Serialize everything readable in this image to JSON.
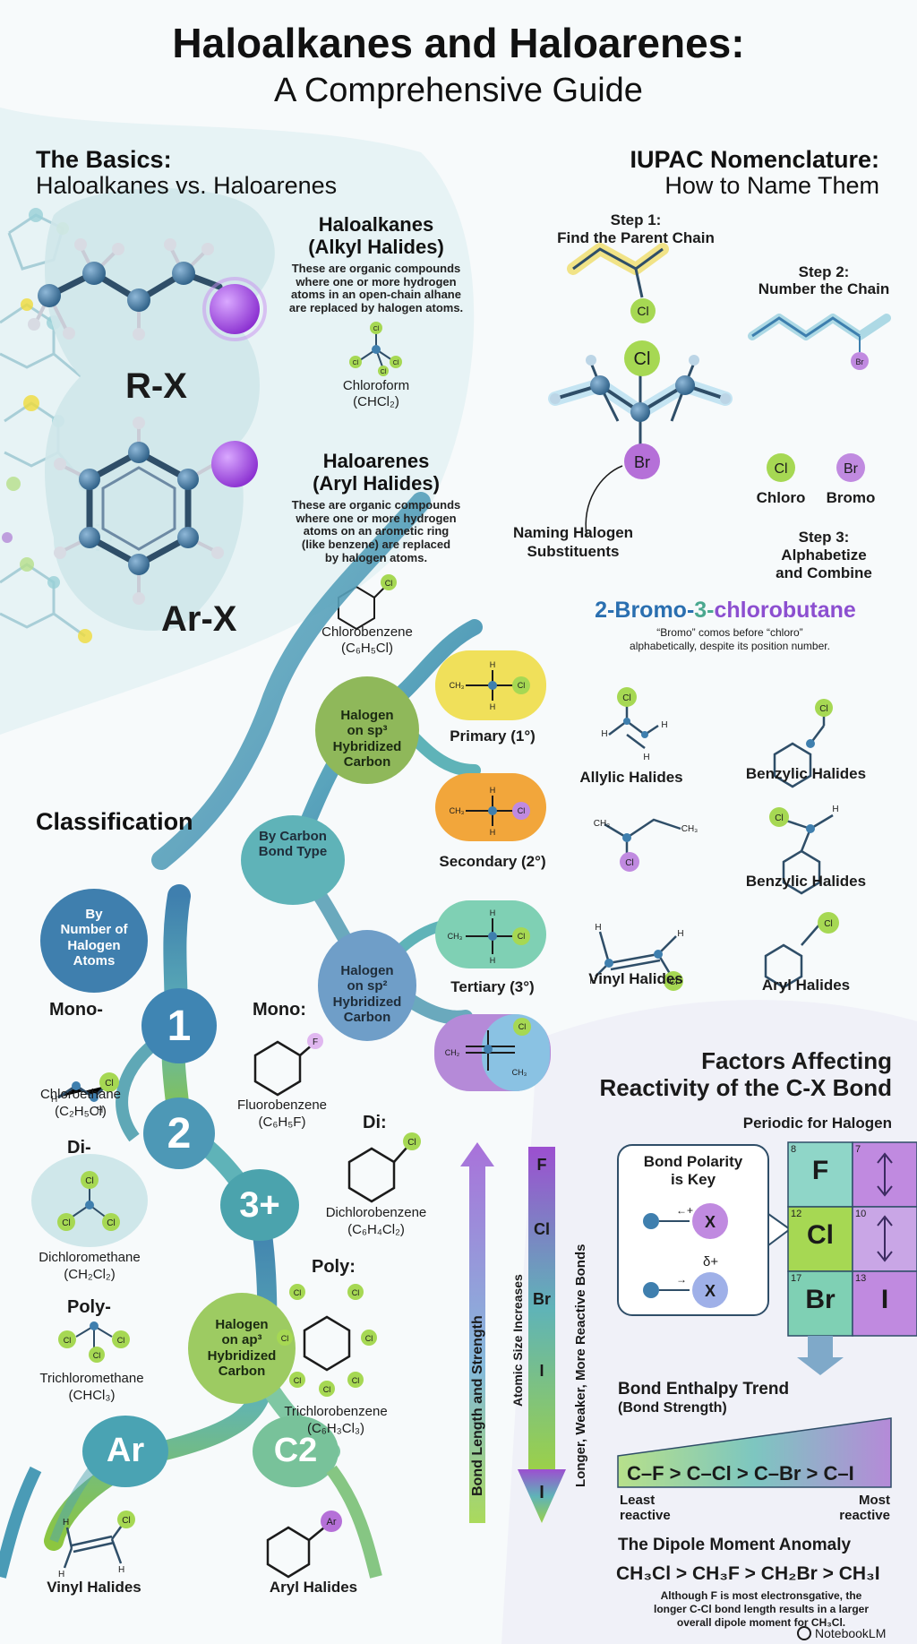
{
  "header": {
    "title": "Haloalkanes and Haloarenes:",
    "subtitle": "A Comprehensive Guide"
  },
  "basics": {
    "heading": "The Basics:",
    "subheading": "Haloalkanes vs. Haloarenes",
    "rx_label": "R-X",
    "arx_label": "Ar-X",
    "haloalkanes": {
      "title_line1": "Haloalkanes",
      "title_line2": "(Alkyl Halides)",
      "desc_lines": [
        "These are organic compounds",
        "where one or more hydrogen",
        "atoms in an open-chain alhane",
        "are replaced by halogen atoms."
      ],
      "example_name": "Chloroform",
      "example_formula": "(CHCl₂)"
    },
    "haloarenes": {
      "title_line1": "Haloarenes",
      "title_line2": "(Aryl Halides)",
      "desc_lines": [
        "These are organic compounds",
        "where one or more hydrogen",
        "atoms on an arometic ring",
        "(like benzene) are replaced",
        "by halogen atoms."
      ],
      "example_name": "Chlorobenzene",
      "example_formula": "(C₆H₅Cl)"
    }
  },
  "iupac": {
    "heading": "IUPAC Nomenclature:",
    "subheading": "How to Name Them",
    "step1_line1": "Step 1:",
    "step1_line2": "Find the Parent Chain",
    "step2_line1": "Step 2:",
    "step2_line2": "Number the Chain",
    "naming_line1": "Naming Halogen",
    "naming_line2": "Substituents",
    "chloro": "Chloro",
    "bromo": "Bromo",
    "step3_line1": "Step 3:",
    "step3_line2": "Alphabetize",
    "step3_line3": "and Combine",
    "example_part1": "2-Bromo-",
    "example_part2": "3-",
    "example_part3": "chlorobutane",
    "note_line1": "“Bromo” comos before “chloro”",
    "note_line2": "alphabetically, despite its position number."
  },
  "classification": {
    "heading": "Classification",
    "by_carbon": "By Carbon Bond Type",
    "sp3_line1": "Halogen",
    "sp3_line2": "on sp³",
    "sp3_line3": "Hybridized",
    "sp3_line4": "Carbon",
    "sp2_line1": "Halogen",
    "sp2_line2": "on sp²",
    "sp2_line3": "Hybridized",
    "sp2_line4": "Carbon",
    "spx_line1": "Halogen",
    "spx_line2": "on ap³",
    "spx_line3": "Hybridized",
    "spx_line4": "Carbon",
    "primary": "Primary (1°)",
    "secondary": "Secondary (2°)",
    "tertiary": "Tertiary (3°)",
    "by_number_line1": "By",
    "by_number_line2": "Number of",
    "by_number_line3": "Halogen",
    "by_number_line4": "Atoms",
    "num1": "1",
    "num2": "2",
    "num3": "3+",
    "mono_left": "Mono-",
    "mono_left_name": "Chloroethane",
    "mono_left_formula": "(C₂H₅Cl)",
    "mono_right": "Mono:",
    "mono_right_name": "Fluorobenzene",
    "mono_right_formula": "(C₆H₅F)",
    "di_left": "Di-",
    "di_left_name": "Dichloromethane",
    "di_left_formula": "(CH₂Cl₂)",
    "di_right": "Di:",
    "di_right_name": "Dichlorobenzene",
    "di_right_formula": "(C₆H₄Cl₂)",
    "poly_left": "Poly-",
    "poly_left_name": "Trichloromethane",
    "poly_left_formula": "(CHCl₃)",
    "poly_right": "Poly:",
    "poly_right_name": "Trichlorobenzene",
    "poly_right_formula": "(C₆H₃Cl₃)",
    "ar_node": "Ar",
    "c2_node": "C2",
    "vinyl_bottom": "Vinyl Halides",
    "aryl_bottom": "Aryl Halides"
  },
  "halide_types": {
    "allylic": "Allylic Halides",
    "benzylic1": "Benzylic Halides",
    "benzylic2": "Benzylic Halides",
    "vinyl": "Vinyl Halides",
    "aryl": "Aryl Halides"
  },
  "reactivity": {
    "heading_line1": "Factors Affecting",
    "heading_line2": "Reactivity of the C-X Bond",
    "periodic": "Periodic for Halogen",
    "polarity_line1": "Bond Polarity",
    "polarity_line2": "is Key",
    "delta": "δ+",
    "cells": [
      {
        "num": "8",
        "sym": "F"
      },
      {
        "num": "12",
        "sym": "Cl"
      },
      {
        "num": "17",
        "sym": "Br"
      },
      {
        "num": "7",
        "sym": ""
      },
      {
        "num": "10",
        "sym": ""
      },
      {
        "num": "13",
        "sym": "I"
      }
    ],
    "axis_length": "Bond Length and Strength",
    "axis_size": "Atomic Size Increases",
    "axis_reactive": "Longer, Weaker, More Reactive Bonds",
    "column": [
      "F",
      "Cl",
      "Br",
      "I",
      "I"
    ],
    "enthalpy_line1": "Bond Enthalpy Trend",
    "enthalpy_line2": "(Bond Strength)",
    "enthalpy_order": "C–F > C–Cl > C–Br > C–I",
    "least": "Least",
    "least2": "reactive",
    "most": "Most",
    "most2": "reactive",
    "dipole_heading": "The Dipole Moment Anomaly",
    "dipole_order": "CH₃Cl > CH₃F > CH₂Br > CH₃I",
    "dipole_note_line1": "Although F is most electronsgative, the",
    "dipole_note_line2": "longer C-Cl bond length results in a larger",
    "dipole_note_line3": "overall dipole moment for CH₃Cl."
  },
  "footer": {
    "brand": "NotebookLM"
  },
  "colors": {
    "teal": "#5fb3b8",
    "blue": "#3f7fae",
    "purple": "#9c4fd0",
    "green": "#8cc63f",
    "yellow": "#f0dc3c",
    "orange": "#f2a63b"
  }
}
